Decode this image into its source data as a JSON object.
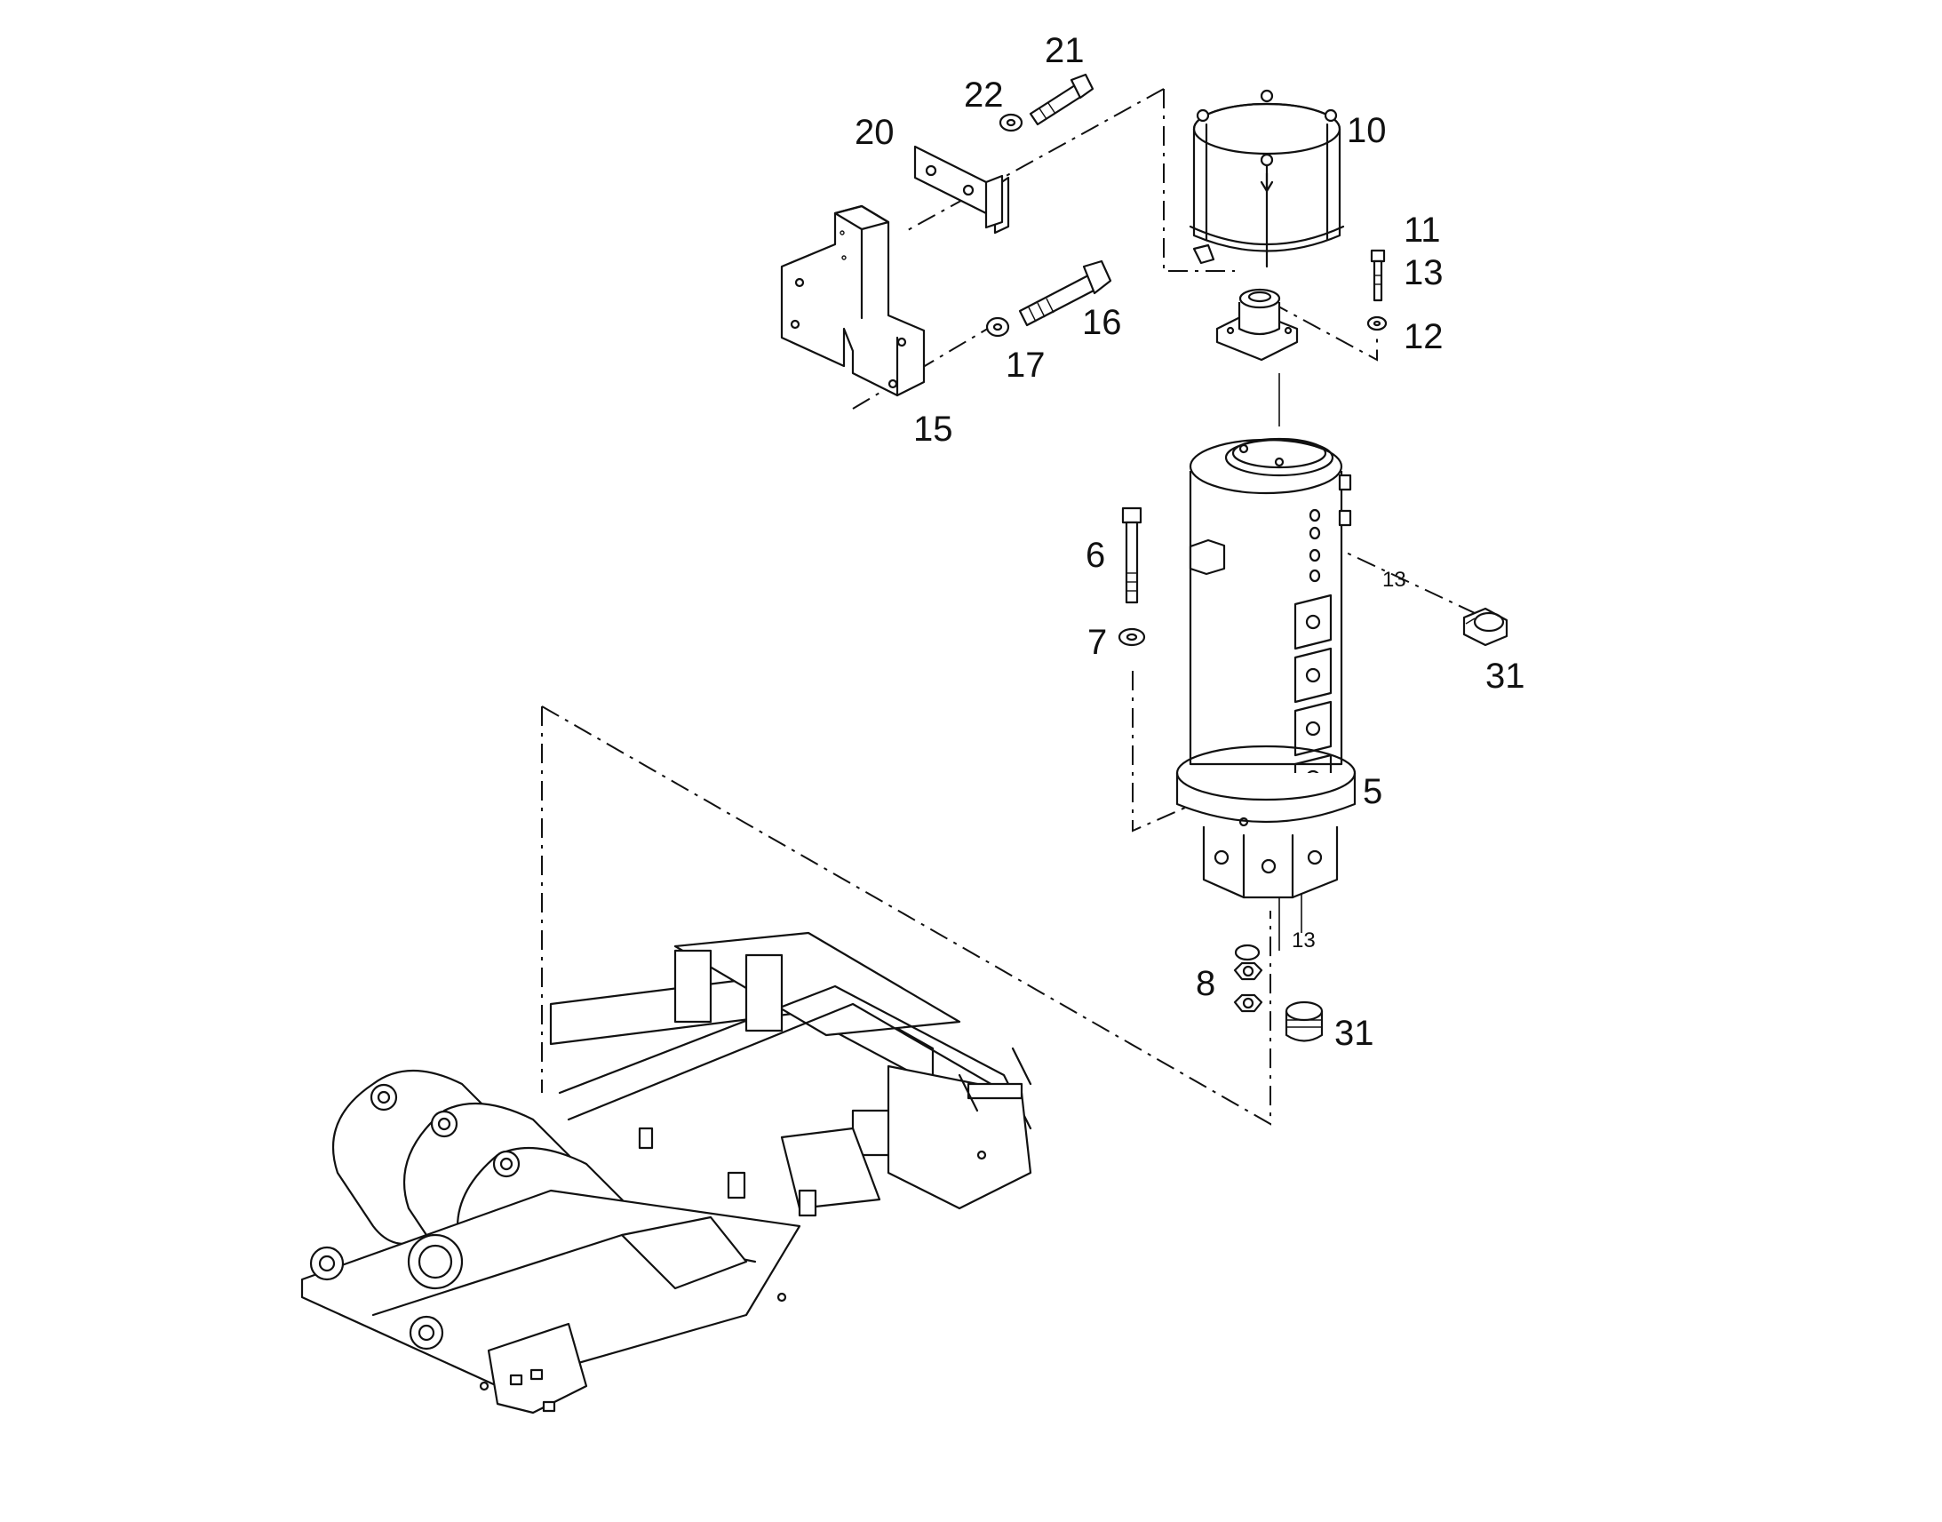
{
  "diagram": {
    "callouts": [
      {
        "id": "c21",
        "text": "21"
      },
      {
        "id": "c22",
        "text": "22"
      },
      {
        "id": "c20",
        "text": "20"
      },
      {
        "id": "c10",
        "text": "10"
      },
      {
        "id": "c11",
        "text": "11"
      },
      {
        "id": "c13a",
        "text": "13"
      },
      {
        "id": "c12",
        "text": "12"
      },
      {
        "id": "c16",
        "text": "16"
      },
      {
        "id": "c17",
        "text": "17"
      },
      {
        "id": "c15",
        "text": "15"
      },
      {
        "id": "c6",
        "text": "6"
      },
      {
        "id": "c7",
        "text": "7"
      },
      {
        "id": "c13b",
        "text": "13"
      },
      {
        "id": "c31a",
        "text": "31"
      },
      {
        "id": "c5",
        "text": "5"
      },
      {
        "id": "c13c",
        "text": "13"
      },
      {
        "id": "c8",
        "text": "8"
      },
      {
        "id": "c31b",
        "text": "31"
      }
    ]
  }
}
